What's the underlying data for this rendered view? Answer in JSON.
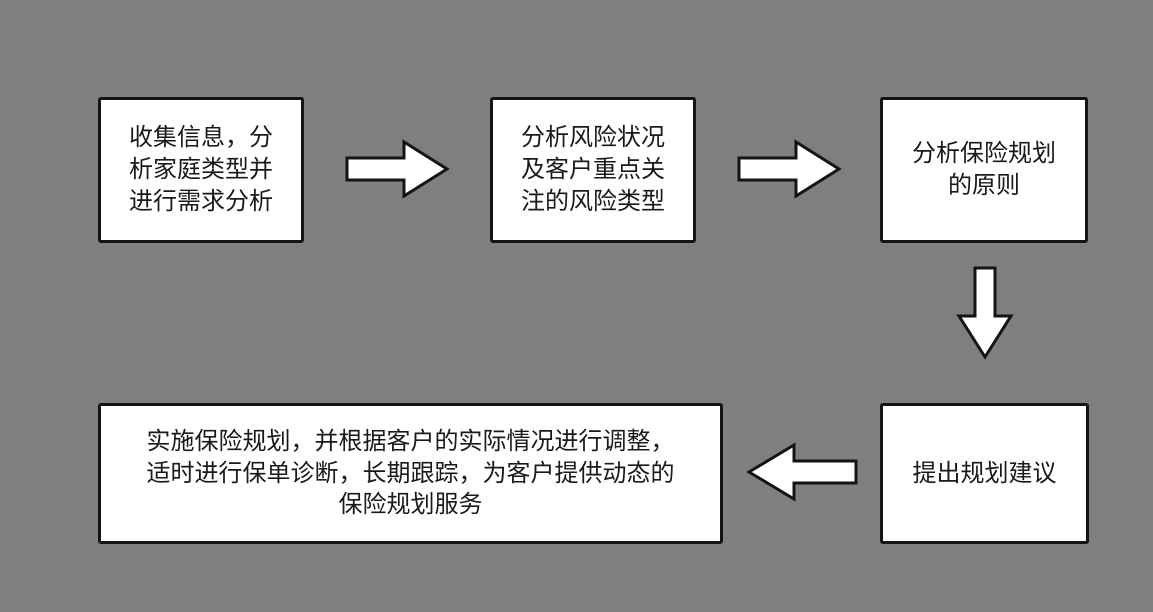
{
  "flowchart": {
    "steps": [
      {
        "id": 1,
        "text": "收集信息，分析家庭类型并进行需求分析"
      },
      {
        "id": 2,
        "text": "分析风险状况及客户重点关注的风险类型"
      },
      {
        "id": 3,
        "text": "分析保险规划的原则"
      },
      {
        "id": 4,
        "text": "提出规划建议"
      },
      {
        "id": 5,
        "text": "实施保险规划，并根据客户的实际情况进行调整，适时进行保单诊断，长期跟踪，为客户提供动态的保险规划服务"
      }
    ],
    "connections": [
      {
        "from": 1,
        "to": 2,
        "direction": "right"
      },
      {
        "from": 2,
        "to": 3,
        "direction": "right"
      },
      {
        "from": 3,
        "to": 4,
        "direction": "down"
      },
      {
        "from": 4,
        "to": 5,
        "direction": "left"
      }
    ],
    "colors": {
      "background": "#7f7f7f",
      "box_fill": "#ffffff",
      "box_border": "#141414",
      "text": "#1a1a1a",
      "arrow_fill": "#ffffff",
      "arrow_border": "#141414"
    }
  }
}
